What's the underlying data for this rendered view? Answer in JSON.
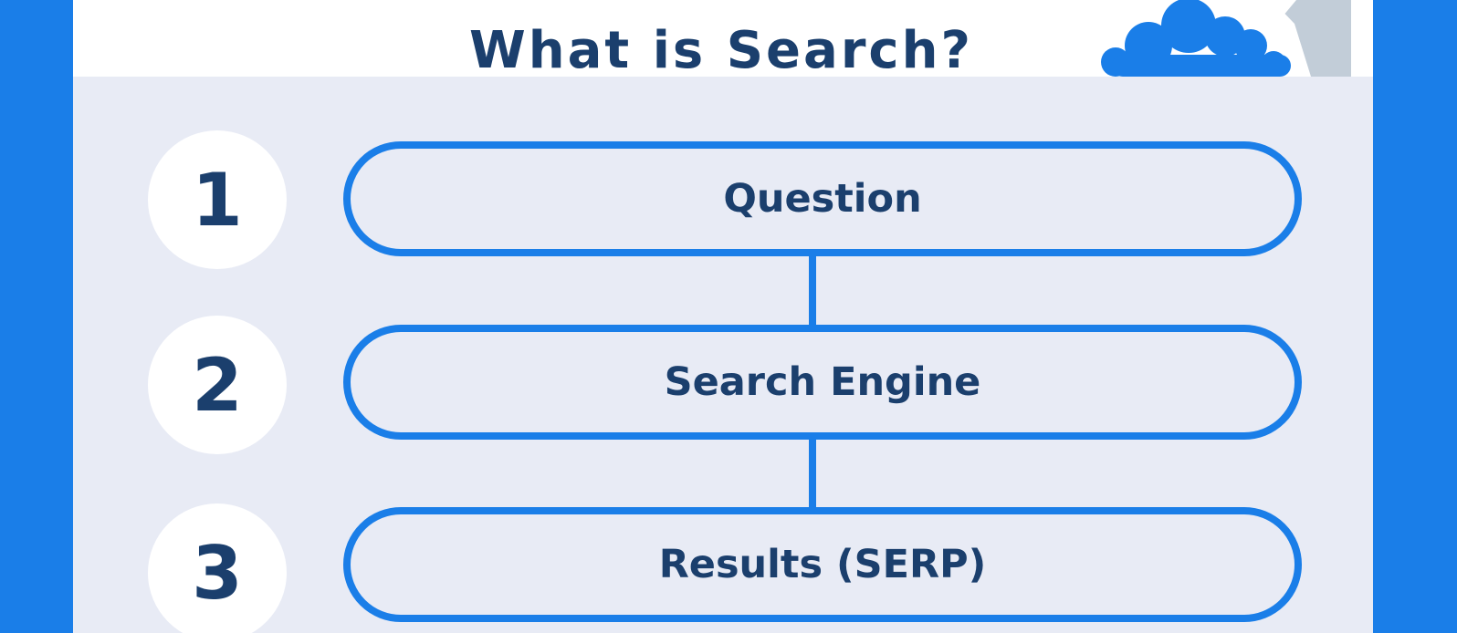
{
  "title": "What is Search?",
  "steps": [
    {
      "number": "1",
      "label": "Question"
    },
    {
      "number": "2",
      "label": "Search Engine"
    },
    {
      "number": "3",
      "label": "Results (SERP)"
    }
  ],
  "colors": {
    "background_blue": "#1a7ee8",
    "panel": "#e8ebf5",
    "text_navy": "#1b3f6d",
    "white": "#ffffff",
    "mountain_gray": "#c2cdd8"
  },
  "decorations": [
    "cloud-icon",
    "mountain-icon"
  ]
}
